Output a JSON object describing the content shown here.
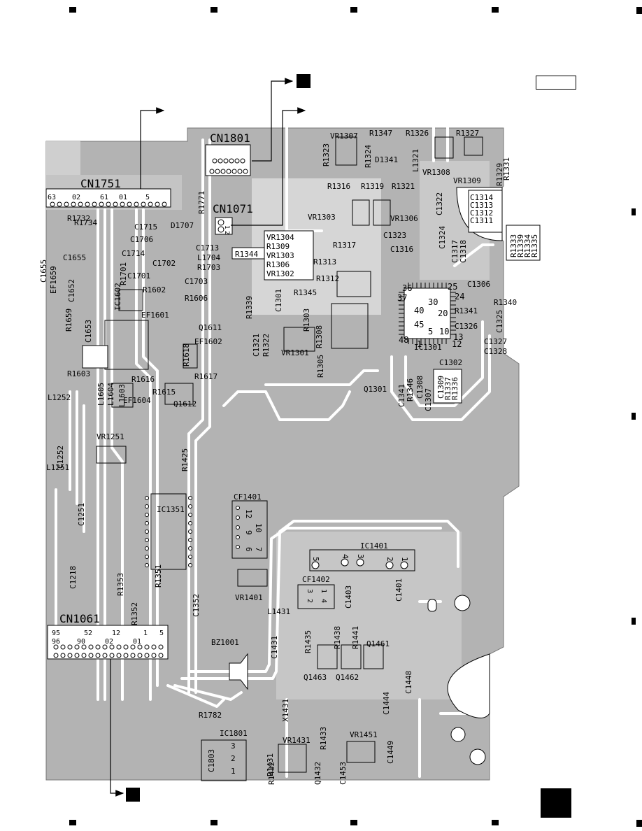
{
  "page": {
    "header_box_text": "",
    "corner_box_text": ""
  },
  "colors": {
    "board_fill": "#b3b3b3",
    "trace": "#ffffff",
    "ink": "#000000"
  },
  "connectors": {
    "cn1801": "CN1801",
    "cn1751": "CN1751",
    "cn1071": "CN1071",
    "cn1061": "CN1061",
    "cn1751_pins": [
      "63",
      "02",
      "61",
      "01",
      "5"
    ],
    "cn1061_pins_top": [
      "95",
      "52",
      "12",
      "1",
      "5"
    ],
    "cn1061_pins_bottom": [
      "96",
      "90",
      "02",
      "01"
    ],
    "cn1071_pins": [
      "1",
      "2"
    ]
  },
  "components": [
    "VR1307",
    "R1347",
    "R1326",
    "R1327",
    "R1331",
    "R1323",
    "R1324",
    "D1341",
    "L1321",
    "VR1308",
    "VR1309",
    "R1329",
    "R1316",
    "R1319",
    "R1321",
    "VR1303",
    "VR1306",
    "C1322",
    "C1323",
    "C1314",
    "C1313",
    "C1312",
    "C1311",
    "C1324",
    "C1316",
    "C1317",
    "C1318",
    "R1333",
    "R1339",
    "R1334",
    "R1335",
    "R1317",
    "R1313",
    "R1312",
    "R1344",
    "R1345",
    "VR1304",
    "R1309",
    "VR1303",
    "R1306",
    "VR1302",
    "C1306",
    "R1340",
    "R1341",
    "C1326",
    "C1325",
    "C1327",
    "C1328",
    "R1339",
    "C1301",
    "R1303",
    "R1308",
    "C1321",
    "R1322",
    "VR1301",
    "R1305",
    "IC1301",
    "C1302",
    "Q1301",
    "C1341",
    "R1346",
    "C1308",
    "C1307",
    "C1309",
    "R1337",
    "R1336",
    "R1771",
    "C1715",
    "D1707",
    "C1706",
    "R1732",
    "R1734",
    "C1655",
    "C1652",
    "C1713",
    "L1704",
    "R1703",
    "C1714",
    "C1702",
    "C1701",
    "C1703",
    "R1701",
    "IC1602",
    "R1602",
    "R1606",
    "EF1601",
    "Q1611",
    "EF1602",
    "R1618",
    "R1617",
    "R1616",
    "R1615",
    "Q1612",
    "EF1604",
    "R1603",
    "L1605",
    "L1604",
    "L1603",
    "L1252",
    "C1252",
    "VR1251",
    "L1251",
    "C1251",
    "C1218",
    "R1425",
    "IC1351",
    "CF1401",
    "IC1401",
    "R1353",
    "R1351",
    "R1352",
    "C1352",
    "VR1401",
    "CF1402",
    "C1403",
    "C1401",
    "L1431",
    "BZ1001",
    "C1431",
    "R1435",
    "R1438",
    "R1441",
    "Q1461",
    "Q1463",
    "Q1462",
    "C1448",
    "C1444",
    "R1782",
    "X1431",
    "IC1801",
    "C1803",
    "R1431",
    "VR1431",
    "R1433",
    "VR1451",
    "R1432",
    "Q1432",
    "C1453",
    "C1449",
    "C1655",
    "EF1659",
    "R1659",
    "C1653"
  ],
  "ic_pin_labels": {
    "ic1301": [
      "36",
      "37",
      "40",
      "45",
      "48",
      "1",
      "5",
      "10",
      "12",
      "13",
      "20",
      "24",
      "25",
      "30"
    ],
    "ic1401": [
      "5",
      "4",
      "3",
      "2",
      "1"
    ],
    "cf1401": [
      "12",
      "10",
      "9",
      "7",
      "6"
    ],
    "cf1402": [
      "3",
      "2",
      "1",
      "4"
    ],
    "ic1801": [
      "3",
      "2",
      "1"
    ]
  },
  "arrows": {
    "black_marker_1": "",
    "black_marker_2": ""
  }
}
